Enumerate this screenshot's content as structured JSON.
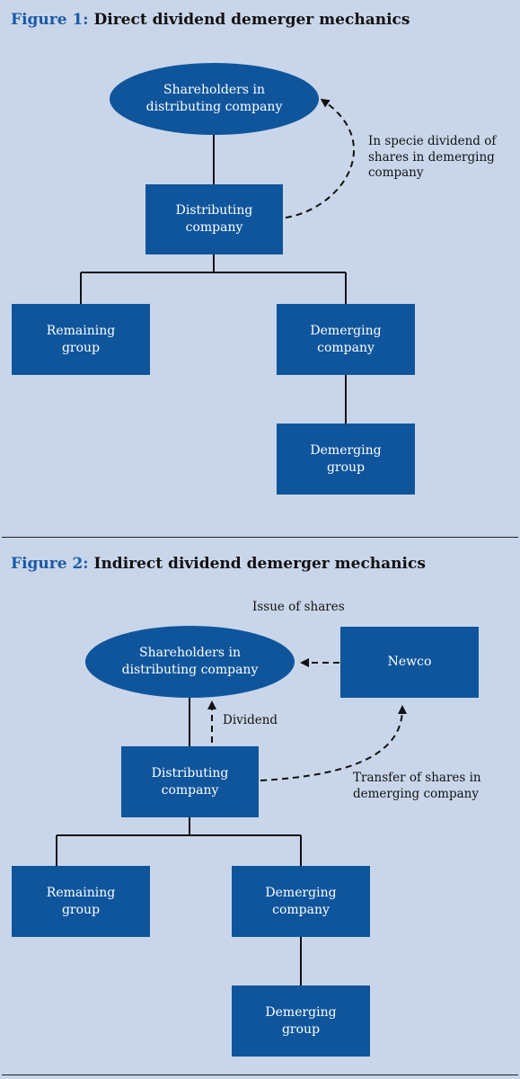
{
  "figure1": {
    "title_num": "Figure 1:",
    "title_text": "Direct dividend demerger mechanics",
    "shareholders": "Shareholders in\ndistributing company",
    "distributing": "Distributing\ncompany",
    "remaining": "Remaining\ngroup",
    "demerging_company": "Demerging\ncompany",
    "demerging_group": "Demerging\ngroup",
    "arrow_label": "In specie dividend of\nshares in demerging\ncompany"
  },
  "figure2": {
    "title_num": "Figure 2:",
    "title_text": "Indirect dividend demerger mechanics",
    "issue_label": "Issue of shares",
    "shareholders": "Shareholders in\ndistributing company",
    "newco": "Newco",
    "dividend_label": "Dividend",
    "distributing": "Distributing\ncompany",
    "transfer_label": "Transfer of shares in\ndemerging company",
    "remaining": "Remaining\ngroup",
    "demerging_company": "Demerging\ncompany",
    "demerging_group": "Demerging\ngroup"
  },
  "colors": {
    "box_fill": "#0f559c",
    "background": "#c9d6ea",
    "title_accent": "#1a5aa6"
  }
}
